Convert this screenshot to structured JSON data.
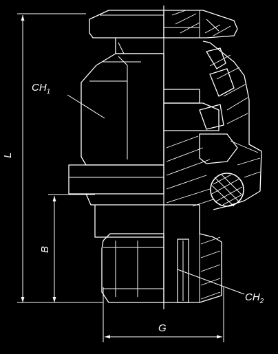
{
  "labels": {
    "l": "L",
    "ch1_main": "CH",
    "ch1_sub": "1",
    "b": "B",
    "ch2_main": "CH",
    "ch2_sub": "2",
    "g": "G"
  },
  "colors": {
    "background": "#000000",
    "line": "#ffffff"
  }
}
